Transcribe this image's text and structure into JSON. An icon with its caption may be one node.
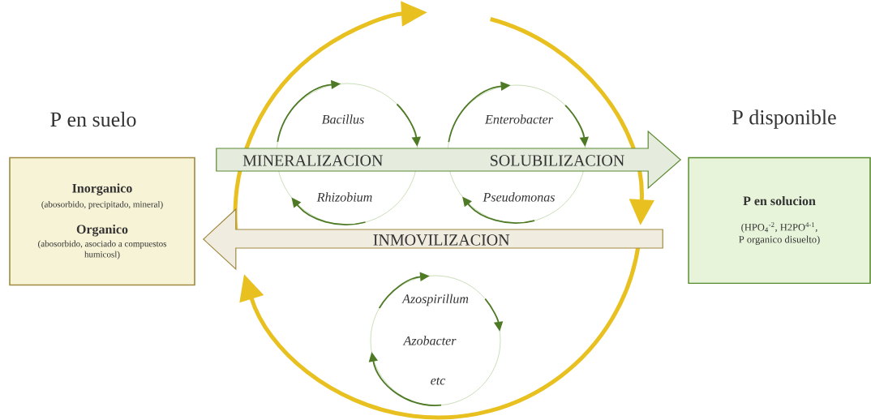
{
  "diagram": {
    "nodes": [
      {
        "text": [
          "P en suelo",
          "Inorganico",
          "(abosorbido, precipitado, mineral)",
          "Organico",
          "(abosorbido, asociado a compuestos humicosl)"
        ]
      },
      {
        "text": [
          "P disponible",
          "P en solucion",
          "(HPO$_{4}$$^{-2}$, H2PO$^{4-1}$, P organico disuelto)"
        ]
      }
    ],
    "edges": [
      {
        "from": 0,
        "to": 1,
        "arrow": "to",
        "label": "MINERALIZACION",
        "color": "#5a8a30"
      },
      {
        "from": 1,
        "to": 0,
        "arrow": "to",
        "label": "INMOVILIZACION",
        "color": "#a08a40"
      }
    ],
    "labels": [
      "Bacillus",
      "Enterobacter",
      "SOLUBILIZACION",
      "Rhizobium",
      "Pseudomonas",
      "Azospirillum",
      "Azobacter",
      "etc"
    ]
  }
}
